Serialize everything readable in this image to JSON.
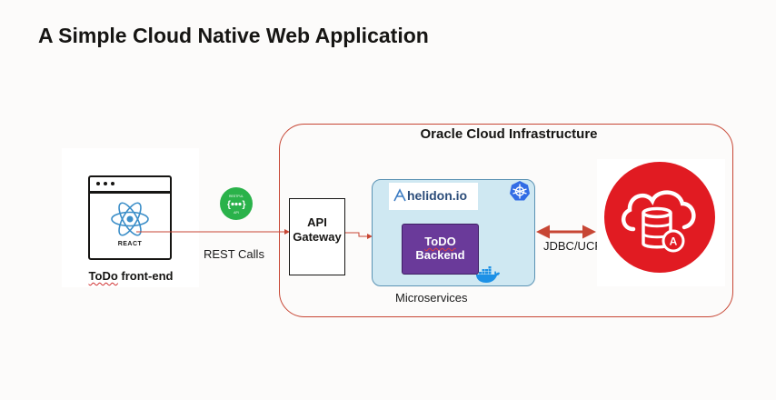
{
  "title": "A Simple Cloud Native Web Application",
  "oci": {
    "label": "Oracle Cloud Infrastructure"
  },
  "frontend": {
    "react_label": "REACT",
    "label_prefix": "ToDo",
    "label_suffix": " front-end"
  },
  "api_badge": {
    "icon": "rest-api-icon"
  },
  "rest_calls": "REST Calls",
  "gateway": {
    "line1": "API",
    "line2": "Gateway"
  },
  "microservices": {
    "helidon": "helidon.io",
    "backend_line1": "ToDO",
    "backend_line2": "Backend",
    "label": "Microservices"
  },
  "connection": {
    "label": "JDBC/UCP"
  },
  "database": {
    "icon": "autonomous-database-icon"
  },
  "colors": {
    "oracle_red": "#c74634",
    "db_red": "#e11b22",
    "backend_purple": "#6a3a9a",
    "micro_blue": "#cfe8f2",
    "api_green": "#2ab24a"
  }
}
